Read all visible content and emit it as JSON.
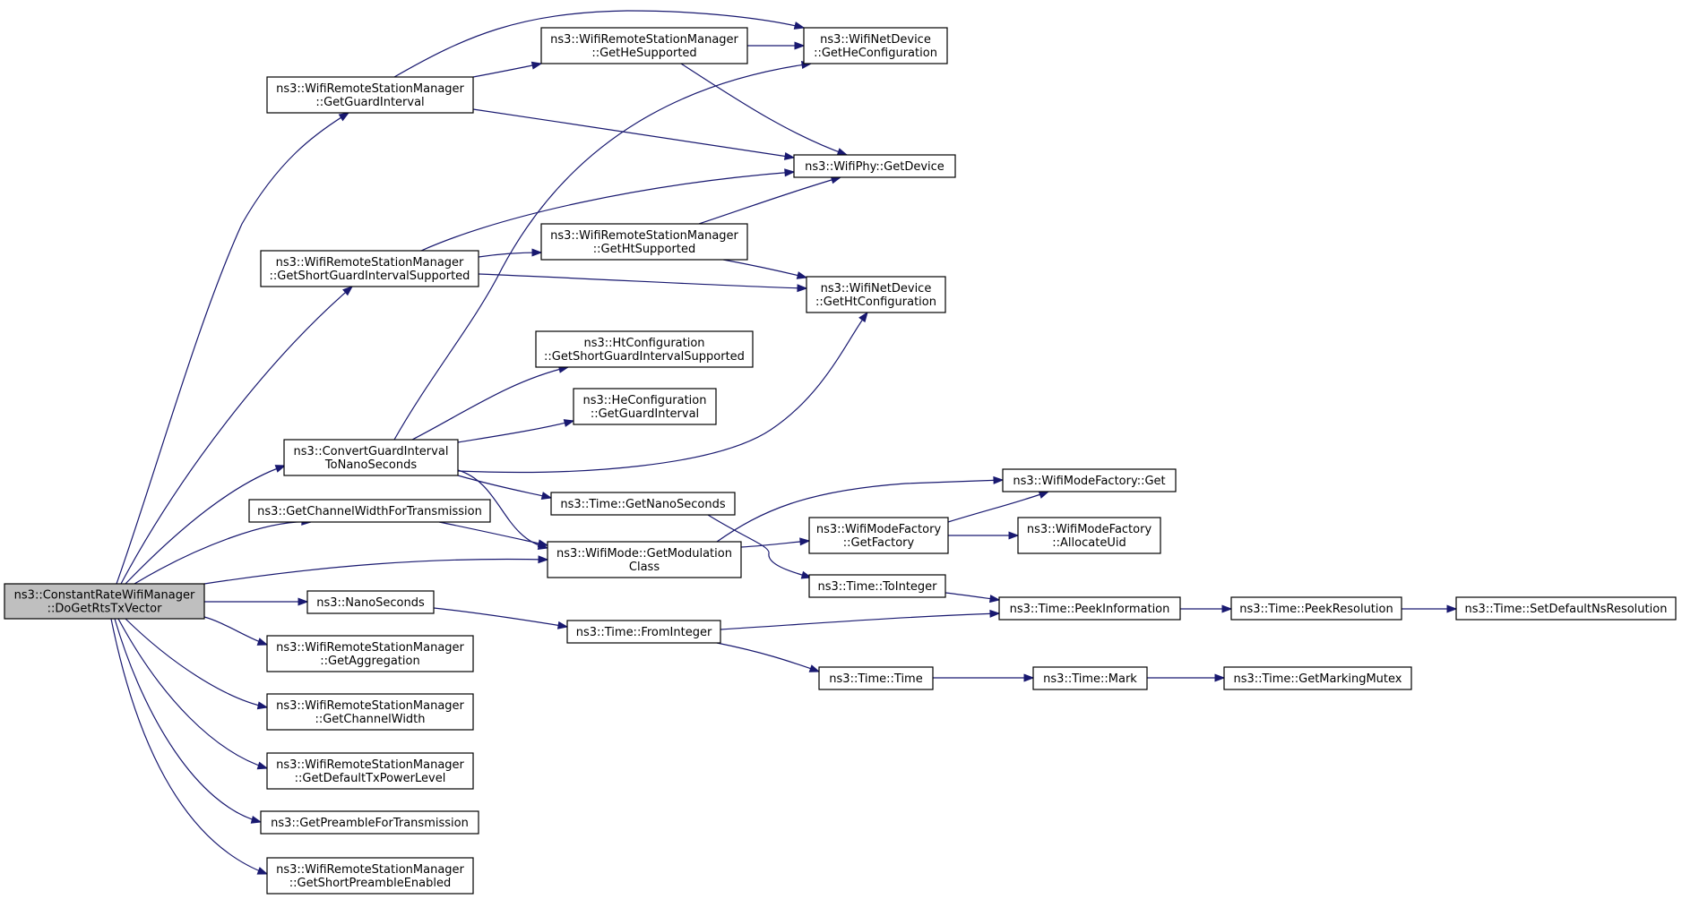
{
  "diagram": {
    "type": "call-graph",
    "colors": {
      "edge": "#191970",
      "node_fill": "#ffffff",
      "root_fill": "#bfbfbf",
      "node_border": "#000000"
    },
    "nodes": [
      {
        "id": "root",
        "lines": [
          "ns3::ConstantRateWifiManager",
          "::DoGetRtsTxVector"
        ],
        "root": true
      },
      {
        "id": "ggi",
        "lines": [
          "ns3::WifiRemoteStationManager",
          "::GetGuardInterval"
        ]
      },
      {
        "id": "ghes",
        "lines": [
          "ns3::WifiRemoteStationManager",
          "::GetHeSupported"
        ]
      },
      {
        "id": "ghec",
        "lines": [
          "ns3::WifiNetDevice",
          "::GetHeConfiguration"
        ]
      },
      {
        "id": "gdev",
        "lines": [
          "ns3::WifiPhy::GetDevice"
        ]
      },
      {
        "id": "gsgis",
        "lines": [
          "ns3::WifiRemoteStationManager",
          "::GetShortGuardIntervalSupported"
        ]
      },
      {
        "id": "ghts",
        "lines": [
          "ns3::WifiRemoteStationManager",
          "::GetHtSupported"
        ]
      },
      {
        "id": "ghtc",
        "lines": [
          "ns3::WifiNetDevice",
          "::GetHtConfiguration"
        ]
      },
      {
        "id": "htsgi",
        "lines": [
          "ns3::HtConfiguration",
          "::GetShortGuardIntervalSupported"
        ]
      },
      {
        "id": "hegi",
        "lines": [
          "ns3::HeConfiguration",
          "::GetGuardInterval"
        ]
      },
      {
        "id": "cgi",
        "lines": [
          "ns3::ConvertGuardInterval",
          "ToNanoSeconds"
        ]
      },
      {
        "id": "tgns",
        "lines": [
          "ns3::Time::GetNanoSeconds"
        ]
      },
      {
        "id": "gcwt",
        "lines": [
          "ns3::GetChannelWidthForTransmission"
        ]
      },
      {
        "id": "wmgmc",
        "lines": [
          "ns3::WifiMode::GetModulation",
          "Class"
        ]
      },
      {
        "id": "wmfget",
        "lines": [
          "ns3::WifiModeFactory::Get"
        ]
      },
      {
        "id": "wmfgf",
        "lines": [
          "ns3::WifiModeFactory",
          "::GetFactory"
        ]
      },
      {
        "id": "wmfau",
        "lines": [
          "ns3::WifiModeFactory",
          "::AllocateUid"
        ]
      },
      {
        "id": "tti",
        "lines": [
          "ns3::Time::ToInteger"
        ]
      },
      {
        "id": "ns",
        "lines": [
          "ns3::NanoSeconds"
        ]
      },
      {
        "id": "tpi",
        "lines": [
          "ns3::Time::PeekInformation"
        ]
      },
      {
        "id": "tpr",
        "lines": [
          "ns3::Time::PeekResolution"
        ]
      },
      {
        "id": "tsdnr",
        "lines": [
          "ns3::Time::SetDefaultNsResolution"
        ]
      },
      {
        "id": "tfi",
        "lines": [
          "ns3::Time::FromInteger"
        ]
      },
      {
        "id": "gagg",
        "lines": [
          "ns3::WifiRemoteStationManager",
          "::GetAggregation"
        ]
      },
      {
        "id": "tt",
        "lines": [
          "ns3::Time::Time"
        ]
      },
      {
        "id": "tm",
        "lines": [
          "ns3::Time::Mark"
        ]
      },
      {
        "id": "tgmm",
        "lines": [
          "ns3::Time::GetMarkingMutex"
        ]
      },
      {
        "id": "gcw",
        "lines": [
          "ns3::WifiRemoteStationManager",
          "::GetChannelWidth"
        ]
      },
      {
        "id": "gdtpl",
        "lines": [
          "ns3::WifiRemoteStationManager",
          "::GetDefaultTxPowerLevel"
        ]
      },
      {
        "id": "gpft",
        "lines": [
          "ns3::GetPreambleForTransmission"
        ]
      },
      {
        "id": "gspe",
        "lines": [
          "ns3::WifiRemoteStationManager",
          "::GetShortPreambleEnabled"
        ]
      }
    ],
    "edges": [
      [
        "root",
        "ggi"
      ],
      [
        "root",
        "gsgis"
      ],
      [
        "root",
        "cgi"
      ],
      [
        "root",
        "gcwt"
      ],
      [
        "root",
        "wmgmc"
      ],
      [
        "root",
        "ns"
      ],
      [
        "root",
        "gagg"
      ],
      [
        "root",
        "gcw"
      ],
      [
        "root",
        "gdtpl"
      ],
      [
        "root",
        "gpft"
      ],
      [
        "root",
        "gspe"
      ],
      [
        "ggi",
        "ghes"
      ],
      [
        "ggi",
        "ghec"
      ],
      [
        "ggi",
        "gdev"
      ],
      [
        "ghes",
        "ghec"
      ],
      [
        "ghes",
        "gdev"
      ],
      [
        "gsgis",
        "gdev"
      ],
      [
        "gsgis",
        "ghts"
      ],
      [
        "gsgis",
        "ghtc"
      ],
      [
        "ghts",
        "gdev"
      ],
      [
        "ghts",
        "ghtc"
      ],
      [
        "cgi",
        "ghec"
      ],
      [
        "cgi",
        "htsgi"
      ],
      [
        "cgi",
        "hegi"
      ],
      [
        "cgi",
        "ghtc"
      ],
      [
        "cgi",
        "tgns"
      ],
      [
        "cgi",
        "wmgmc"
      ],
      [
        "tgns",
        "tti"
      ],
      [
        "gcwt",
        "wmgmc"
      ],
      [
        "wmgmc",
        "wmfget"
      ],
      [
        "wmgmc",
        "wmfgf"
      ],
      [
        "wmfgf",
        "wmfget"
      ],
      [
        "wmfgf",
        "wmfau"
      ],
      [
        "tti",
        "tpi"
      ],
      [
        "ns",
        "tfi"
      ],
      [
        "tfi",
        "tpi"
      ],
      [
        "tfi",
        "tt"
      ],
      [
        "tpi",
        "tpr"
      ],
      [
        "tpr",
        "tsdnr"
      ],
      [
        "tt",
        "tm"
      ],
      [
        "tm",
        "tgmm"
      ]
    ]
  }
}
